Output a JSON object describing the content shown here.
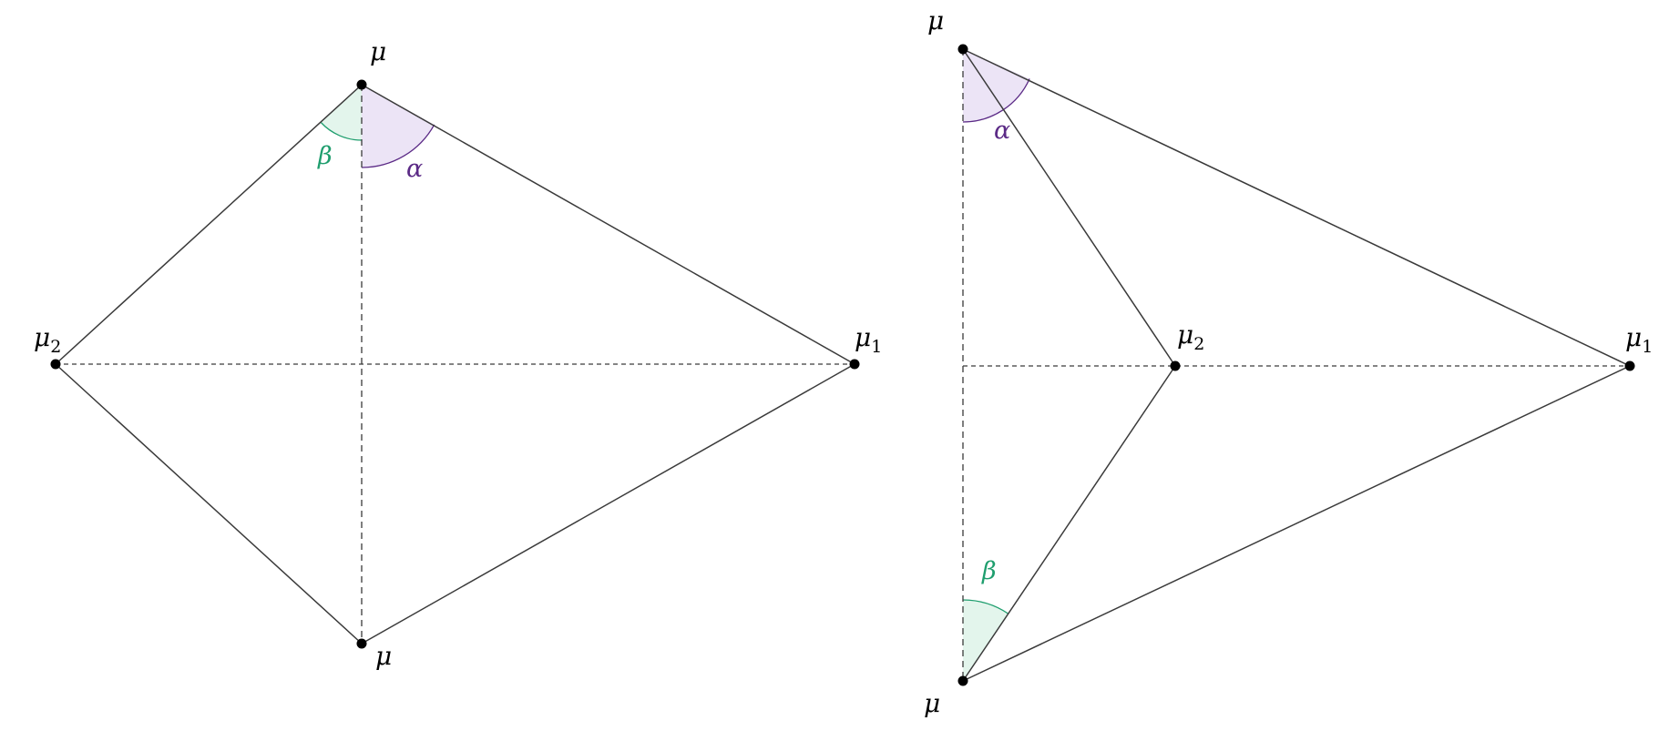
{
  "colors": {
    "alpha": "#5b2a86",
    "alpha_fill": "#ece4f6",
    "beta": "#1f9e6e",
    "beta_fill": "#e3f5ec",
    "line": "#3a3a3a"
  },
  "labels": {
    "mu": "μ",
    "mu1_base": "μ",
    "mu1_sub": "1",
    "mu2_base": "μ",
    "mu2_sub": "2",
    "alpha": "α",
    "beta": "β"
  }
}
